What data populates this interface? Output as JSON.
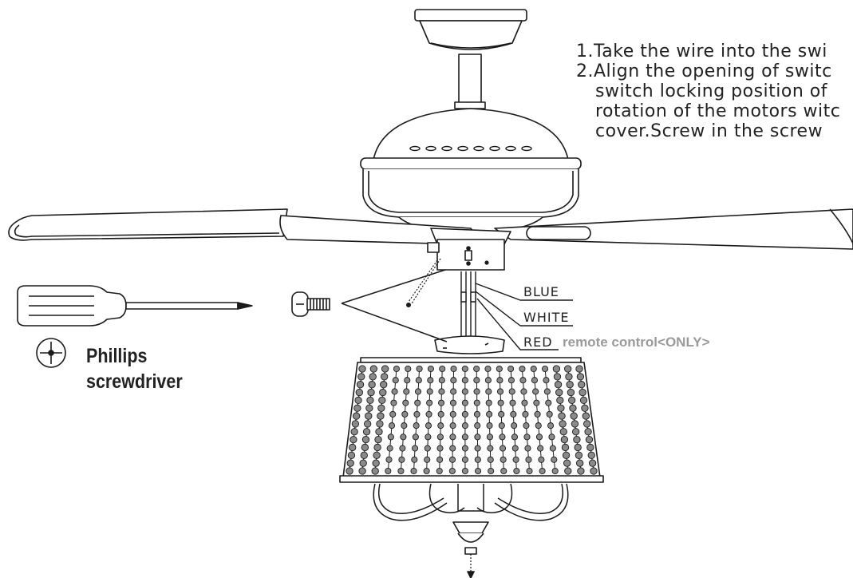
{
  "instructions": {
    "step1": "1.Take the wire into the swi",
    "step2_line1": "2.Align the opening of switc",
    "step2_line2": "switch locking position of",
    "step2_line3": "rotation of the motors witc",
    "step2_line4": "cover.Screw in the screw"
  },
  "wires": {
    "blue": "BLUE",
    "white": "WHITE",
    "red": "RED"
  },
  "remote_note": "remote control<ONLY>",
  "tool": {
    "line1": "Phillips",
    "line2": "screwdriver"
  },
  "colors": {
    "line": "#1a1a1a",
    "note": "#9a9a9a",
    "bead_fill": "#8a8a8a"
  }
}
